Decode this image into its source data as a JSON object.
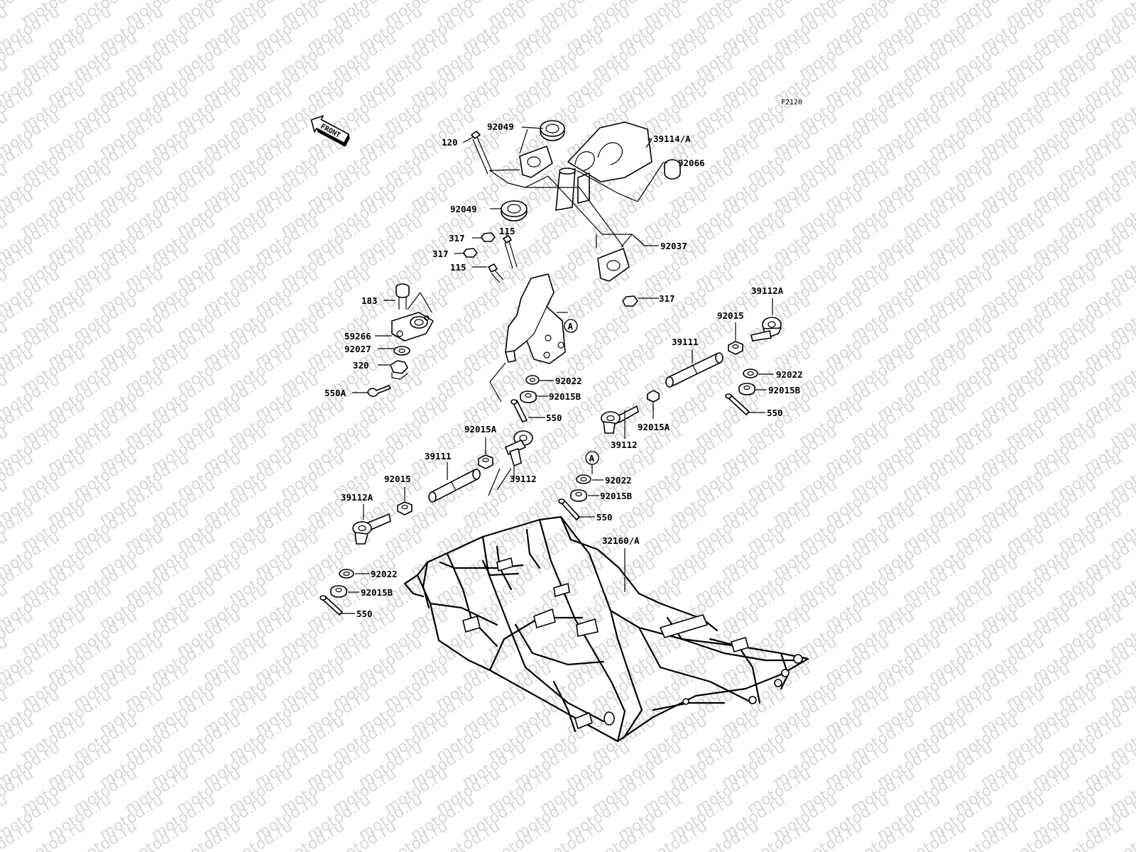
{
  "figure_code": "F2120",
  "front_arrow": {
    "text": "FRONT"
  },
  "watermark": "motod.ru",
  "reference_marker": "A",
  "labels": {
    "l120": "120",
    "l92049_top": "92049",
    "l92049_bot": "92049",
    "l39114a": "39114/A",
    "l92066": "92066",
    "l92037": "92037",
    "l317_a": "317",
    "l317_b": "317",
    "l317_c": "317",
    "l115_a": "115",
    "l115_b": "115",
    "l183": "183",
    "l59266": "59266",
    "l92027": "92027",
    "l320": "320",
    "l550a": "550A",
    "l92022_mid": "92022",
    "l92015b_mid": "92015B",
    "l550_mid": "550",
    "l39112a_right": "39112A",
    "l92015_right": "92015",
    "l39111_right": "39111",
    "l92022_right": "92022",
    "l92015b_right": "92015B",
    "l550_right": "550",
    "l92015a_right": "92015A",
    "l39112_right": "39112",
    "l92015a_left": "92015A",
    "l39111_left": "39111",
    "l39112_left": "39112",
    "l92015_left": "92015",
    "l39112a_left": "39112A",
    "l92022_center": "92022",
    "l92015b_center": "92015B",
    "l550_center": "550",
    "l32160a": "32160/A",
    "l92022_bl": "92022",
    "l92015b_bl": "92015B",
    "l550_bl": "550"
  }
}
